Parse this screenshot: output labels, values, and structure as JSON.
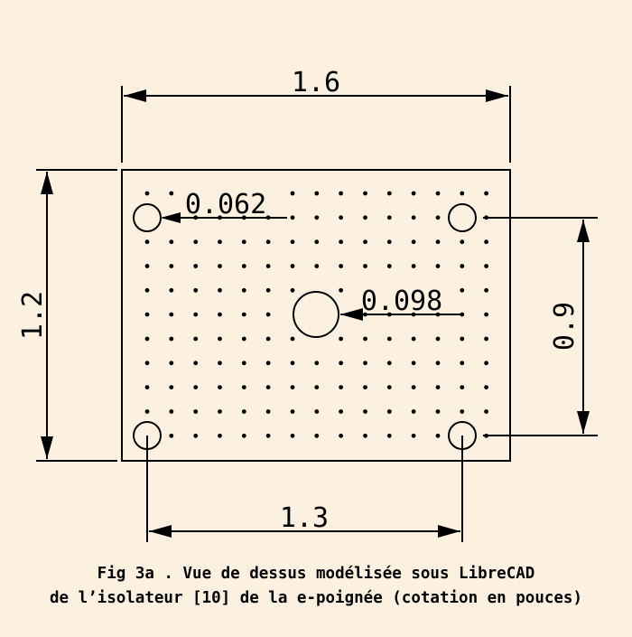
{
  "drawing": {
    "dim_width": "1.6",
    "dim_height": "1.2",
    "dim_hole_spacing_h": "1.3",
    "dim_hole_spacing_v": "0.9",
    "dim_small_hole": "0.062",
    "dim_center_hole": "0.098"
  },
  "caption": {
    "line1": "Fig 3a . Vue de dessus modélisée sous LibreCAD",
    "line2": "de l’isolateur [10] de la e-poignée (cotation en pouces)"
  },
  "colors": {
    "background": "#fcf0e0",
    "ink": "#000000"
  }
}
